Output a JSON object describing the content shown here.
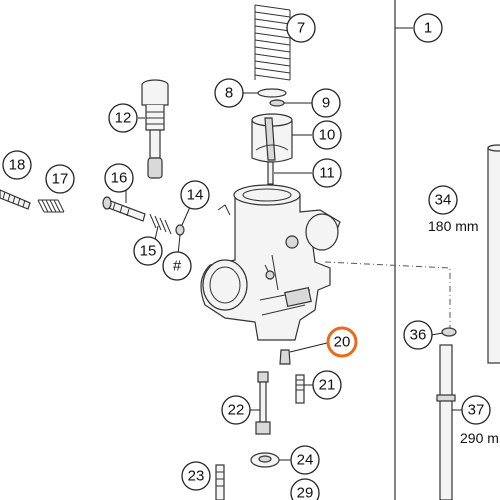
{
  "callouts": {
    "c1": "1",
    "c7": "7",
    "c8": "8",
    "c9": "9",
    "c10": "10",
    "c11": "11",
    "c12": "12",
    "c14": "14",
    "c15": "15",
    "c16": "16",
    "c17": "17",
    "c18": "18",
    "c20": "20",
    "c21": "21",
    "c22": "22",
    "c23": "23",
    "c24": "24",
    "c29": "29",
    "c34": "34",
    "c36": "36",
    "c37": "37",
    "hash": "#"
  },
  "dimensions": {
    "d34": "180 mm",
    "d37": "290 m"
  },
  "colors": {
    "highlight": "#e86a1a",
    "line": "#222222",
    "fill": "#f4f4f4"
  }
}
